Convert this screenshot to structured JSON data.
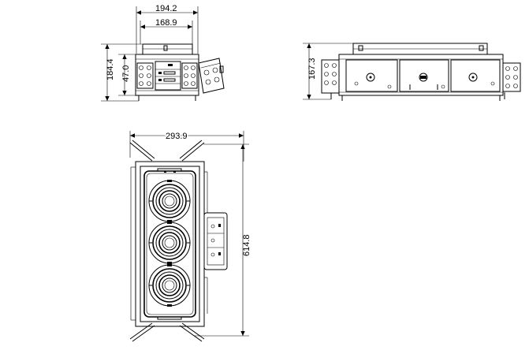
{
  "dimensions": {
    "top_width_outer": "194.2",
    "top_width_inner": "168.9",
    "front_height_total": "184.4",
    "front_height_inner": "47.0",
    "side_height": "167.3",
    "plan_width": "293.9",
    "plan_length": "614.8"
  },
  "colors": {
    "line": "#000000",
    "background": "#ffffff"
  }
}
